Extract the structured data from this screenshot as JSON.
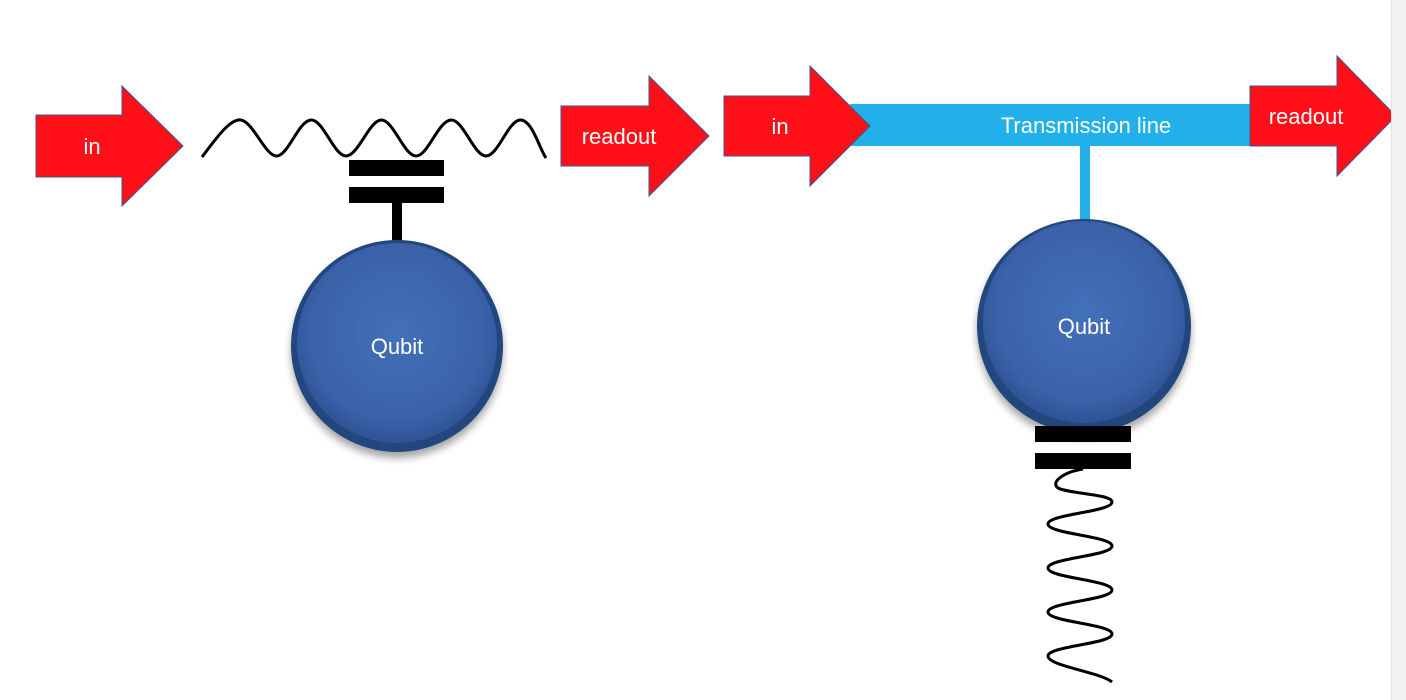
{
  "diagram": {
    "left": {
      "in_label": "in",
      "readout_label": "readout",
      "qubit_label": "Qubit"
    },
    "right": {
      "in_label": "in",
      "readout_label": "readout",
      "line_label": "Transmission line",
      "qubit_label": "Qubit"
    }
  },
  "colors": {
    "arrow_fill": "#ff0f17",
    "arrow_stroke": "#3a5a8c",
    "transmission_line": "#22b0ea",
    "qubit_fill": "#3b63ab",
    "qubit_rim": "#2a4a80",
    "wire": "#000000"
  }
}
